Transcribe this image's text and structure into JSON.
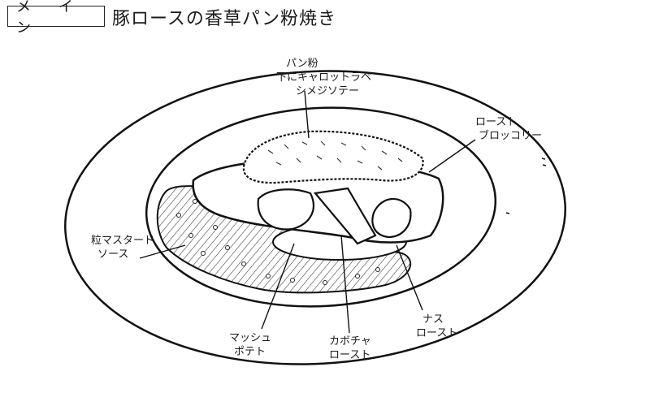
{
  "header": {
    "category_label": "メ イ ン",
    "dish_title": "豚ロースの香草パン粉焼き"
  },
  "annotations": {
    "topping_line1": "パン粉",
    "topping_line2": "下にキャロットラペ",
    "topping_line3": "シメジソテー",
    "broccoli_line1": "ロースト",
    "broccoli_line2": "ブロッコリー",
    "sauce_line1": "粒マスタード",
    "sauce_line2": "ソース",
    "potato_line1": "マッシュ",
    "potato_line2": "ポテト",
    "pumpkin_line1": "カボチャ",
    "pumpkin_line2": "ロースト",
    "eggplant_line1": "ナス",
    "eggplant_line2": "ロースト"
  }
}
